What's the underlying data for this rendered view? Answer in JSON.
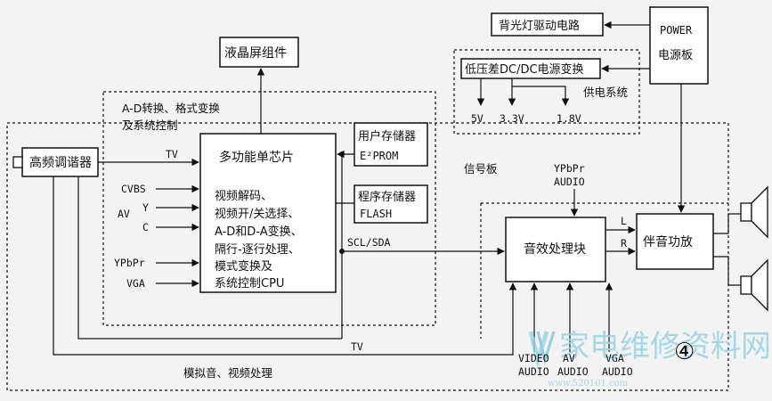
{
  "blocks": {
    "tuner": "高频调谐器",
    "lcd": "液晶屏组件",
    "backlight": "背光灯驱动电路",
    "power_line1": "POWER",
    "power_line2": "电源板",
    "dcdc": "低压差DC/DC电源变换",
    "soc_title": "多功能单芯片",
    "soc_func": [
      "视频解码、",
      "视频开/关选择、",
      "A-D和D-A变换、",
      "隔行-逐行处理、",
      "模式变换及",
      "系统控制CPU"
    ],
    "user_mem_line1": "用户存储器",
    "user_mem_line2": "E²PROM",
    "prog_mem_line1": "程序存储器",
    "prog_mem_line2": "FLASH",
    "audio_proc": "音效处理块",
    "amp": "伴音功放"
  },
  "labels": {
    "adc_region_line1": "A-D转换、格式变换",
    "adc_region_line2": "及系统控制",
    "power_supply_system": "供电系统",
    "signal_board": "信号板",
    "analog_processing": "模拟音、视频处理",
    "ypbpr_audio_line1": "YPbPr",
    "ypbpr_audio_line2": "AUDIO",
    "scl_sda": "SCL/SDA",
    "left": "L",
    "right": "R",
    "tv_top": "TV",
    "tv_bottom": "TV",
    "circled_number": "④"
  },
  "voltages": [
    "5V",
    "3.3V",
    "1.8V"
  ],
  "video_inputs": [
    "CVBS",
    "AV",
    "Y",
    "C",
    "YPbPr",
    "VGA"
  ],
  "audio_inputs": [
    {
      "line1": "VIDEO",
      "line2": "AUDIO"
    },
    {
      "line1": "AV",
      "line2": "AUDIO"
    },
    {
      "line1": "VGA",
      "line2": "AUDIO"
    }
  ],
  "watermark": {
    "text": "家电维修资料网",
    "url": "www.520101.com"
  }
}
